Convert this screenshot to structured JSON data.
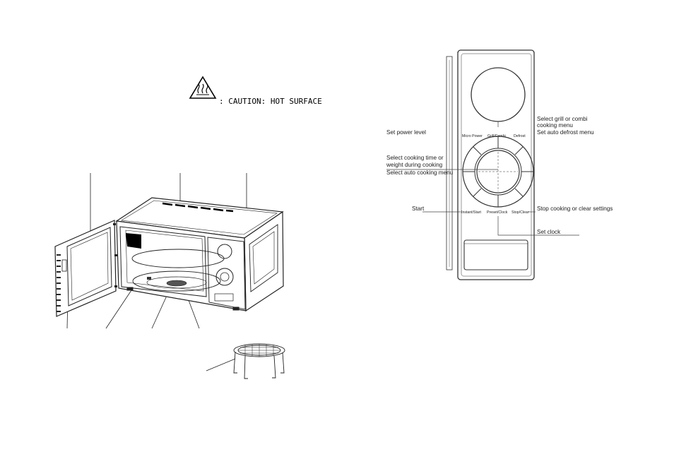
{
  "caution": {
    "text": ": CAUTION: HOT SURFACE",
    "icon": "hot-surface-warning-icon"
  },
  "panel": {
    "buttons": {
      "micro_power": "Micro Power",
      "grill_combi": "Grill/Combi",
      "defrost": "Defrost",
      "instant_start": "Instant/Start",
      "preset_clock": "Preset/Clock",
      "stop_clear": "Stop/Clear"
    },
    "callouts": {
      "grill_combi_l1": "Select grill or combi",
      "grill_combi_l2": "cooking menu",
      "power_level": "Set power level",
      "defrost": "Set auto defrost menu",
      "time_weight_l1": "Select cooking time or",
      "time_weight_l2": "weight during cooking",
      "auto_menu": "Select auto cooking menu",
      "start": "Start",
      "stop": "Stop cooking or clear settings",
      "clock": "Set clock"
    }
  }
}
